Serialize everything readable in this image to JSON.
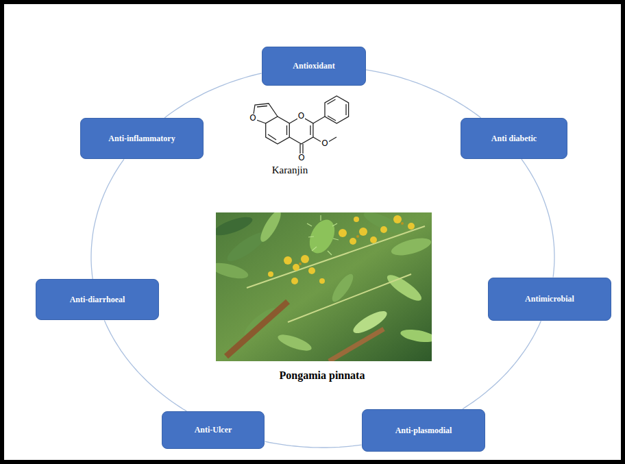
{
  "diagram": {
    "nodes": [
      {
        "text": [
          "Antioxidant"
        ]
      },
      {
        "text": [
          "Anti diabetic"
        ]
      },
      {
        "text": [
          "Antimicrobial"
        ]
      },
      {
        "text": [
          "Anti-plasmodial"
        ]
      },
      {
        "text": [
          "Anti-Ulcer"
        ]
      },
      {
        "text": [
          "Anti-diarrhoeal"
        ]
      },
      {
        "text": [
          "Anti-inflammatory"
        ]
      }
    ],
    "edges": [
      {
        "from": 0,
        "to": 1,
        "arrow": "none"
      },
      {
        "from": 1,
        "to": 2,
        "arrow": "none"
      },
      {
        "from": 2,
        "to": 3,
        "arrow": "none"
      },
      {
        "from": 3,
        "to": 4,
        "arrow": "none"
      },
      {
        "from": 4,
        "to": 5,
        "arrow": "none"
      },
      {
        "from": 5,
        "to": 6,
        "arrow": "none"
      },
      {
        "from": 6,
        "to": 0,
        "arrow": "none"
      }
    ],
    "labels": [
      "Karanjin",
      "Pongamia pinnata",
      "O",
      "O",
      "O",
      "O"
    ]
  }
}
